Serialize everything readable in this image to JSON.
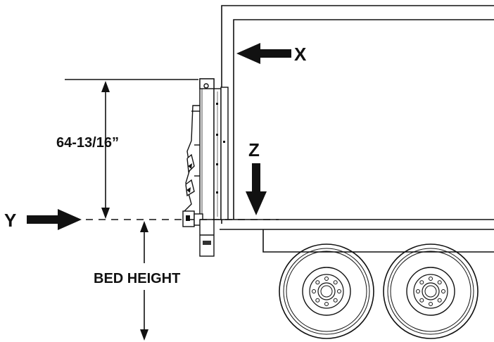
{
  "labels": {
    "dimension": "64-13/16”",
    "bed_height": "BED HEIGHT",
    "x": "X",
    "y": "Y",
    "z": "Z"
  }
}
